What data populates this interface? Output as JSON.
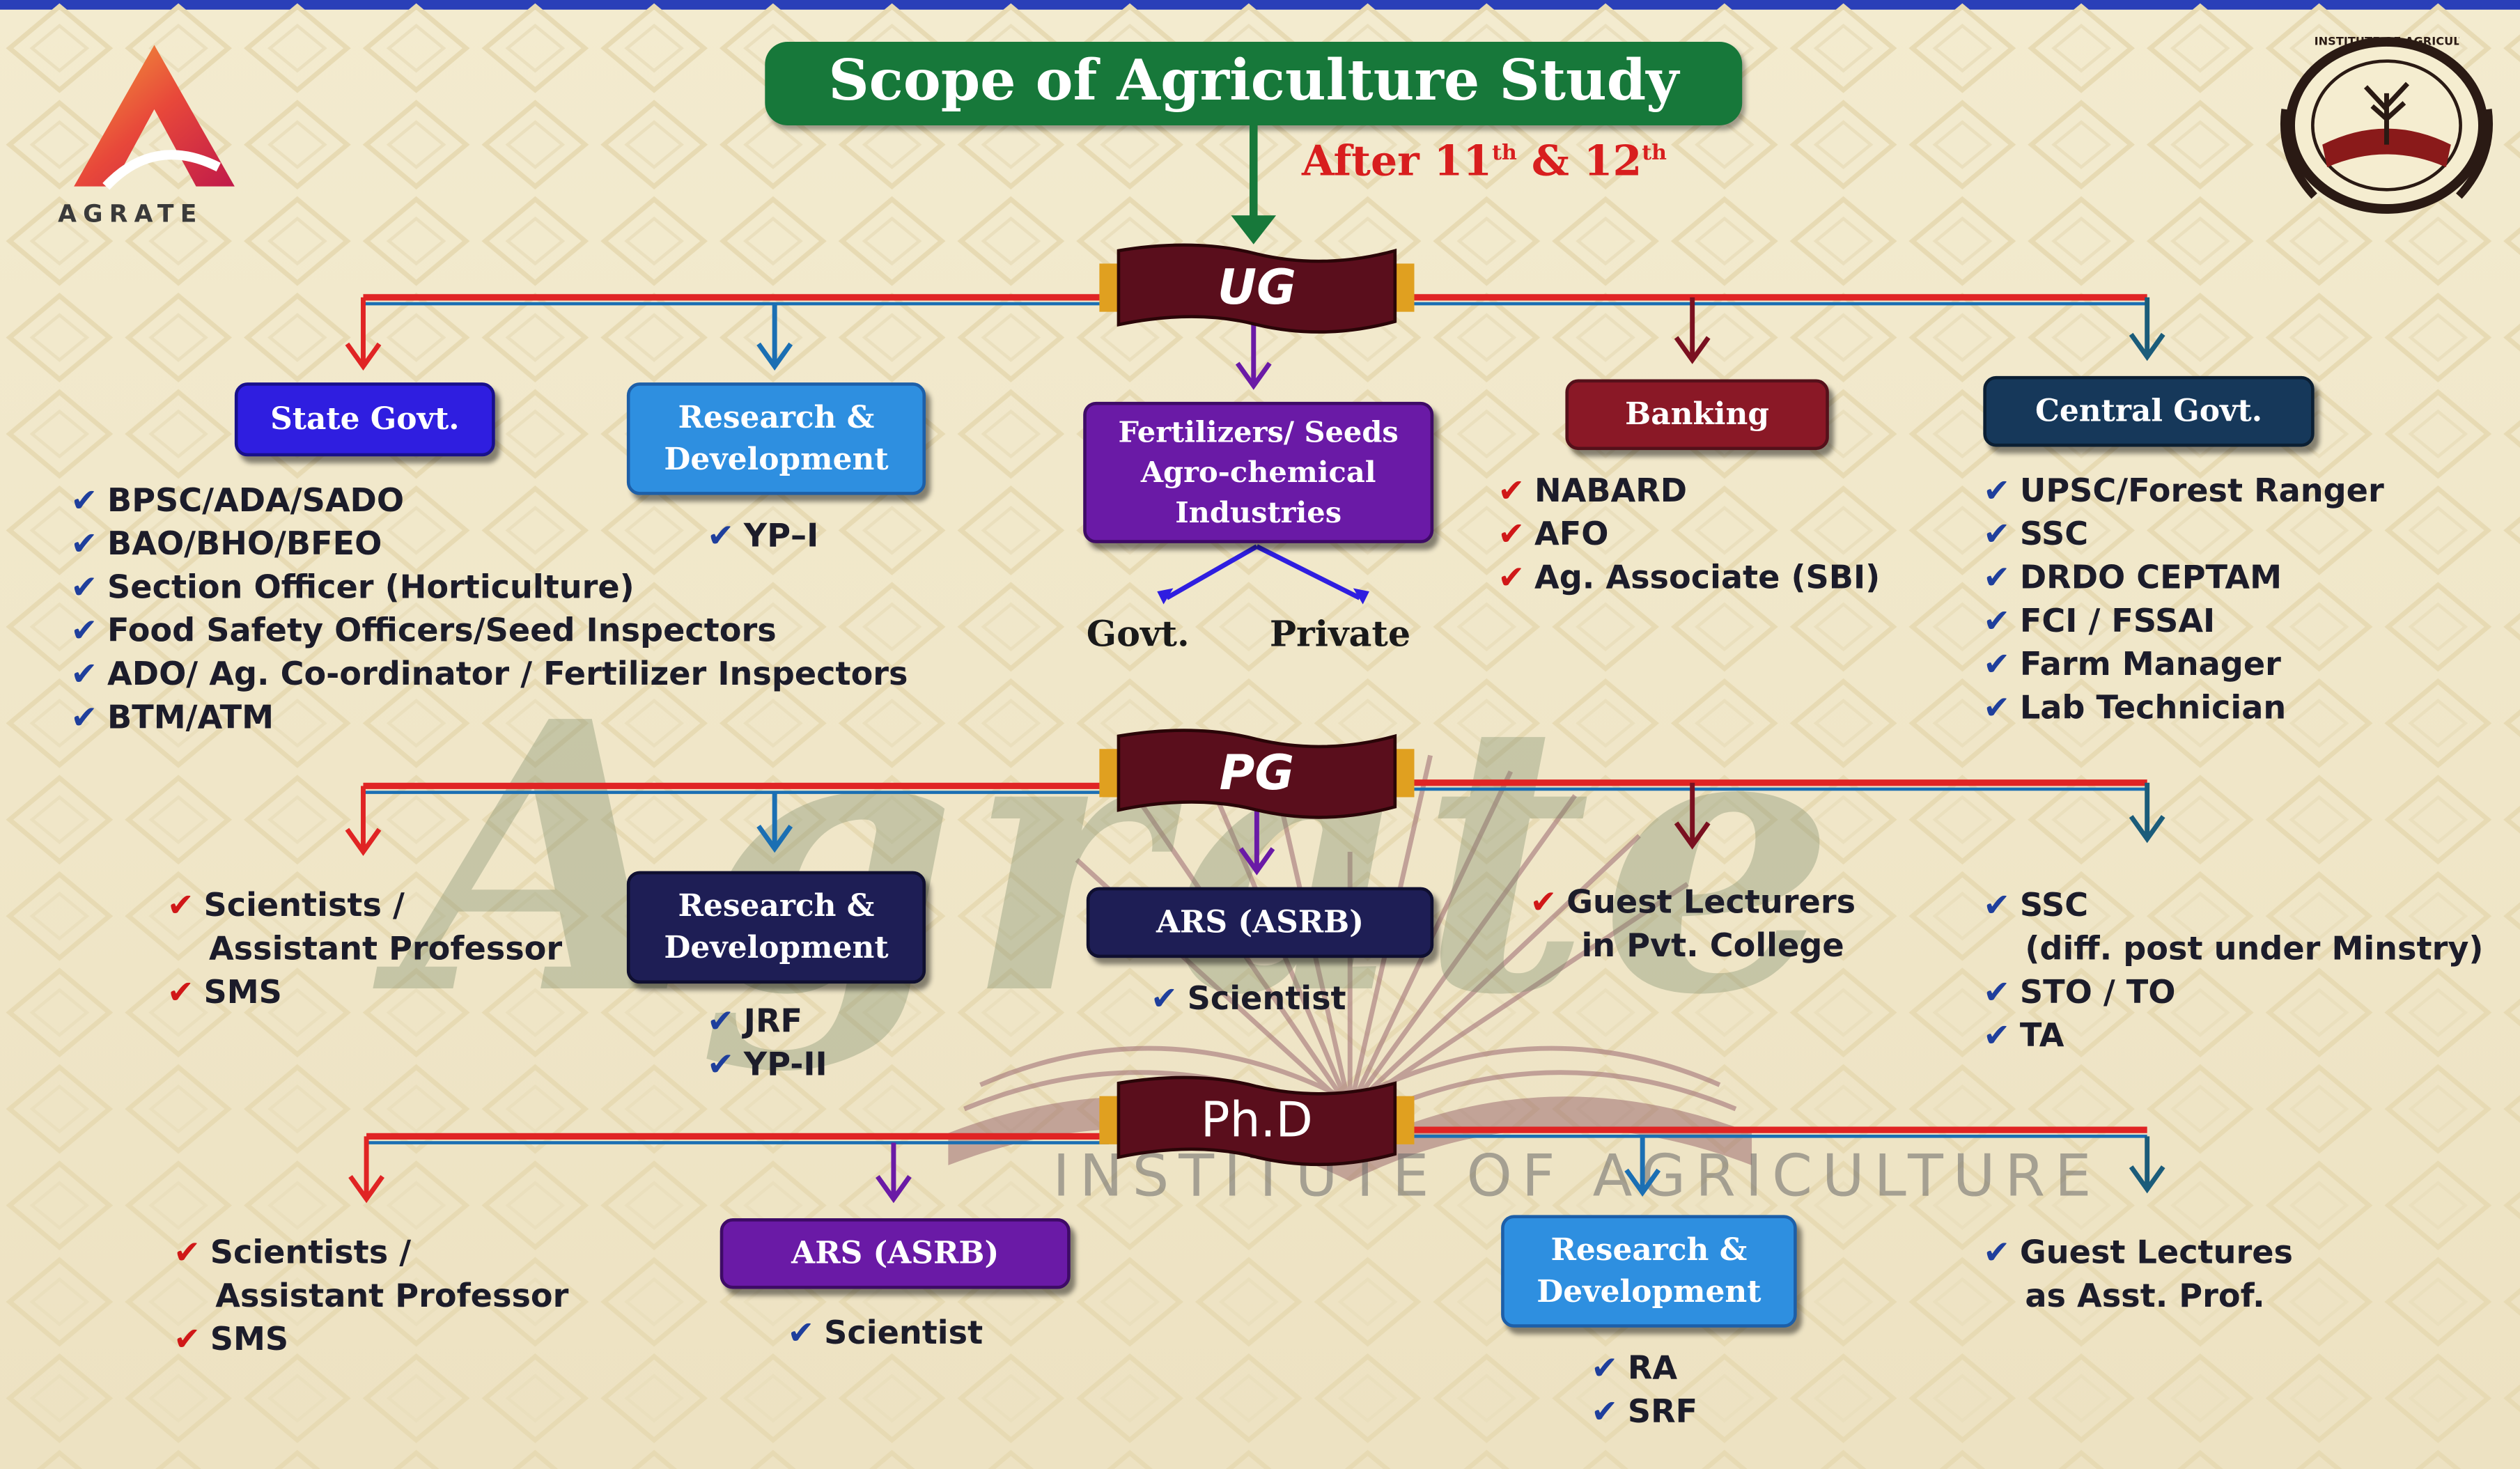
{
  "logo": {
    "brand": "AGRATE",
    "seal_text": "INSTITUTE OF AGRICULTURE AGRATE"
  },
  "title": "Scope of Agriculture Study",
  "after": {
    "prefix": "After 11",
    "sup1": "th",
    "mid": " & 12",
    "sup2": "th"
  },
  "levels": {
    "ug": "UG",
    "pg": "PG",
    "phd": "Ph.D"
  },
  "watermark": {
    "script": "Agrate",
    "institute": "INSTITUTE OF AGRICULTURE"
  },
  "ug": {
    "state": {
      "title": "State Govt.",
      "items": [
        "BPSC/ADA/SADO",
        "BAO/BHO/BFEO",
        "Section Officer (Horticulture)",
        "Food Safety Officers/Seed Inspectors",
        "ADO/ Ag. Co-ordinator / Fertilizer Inspectors",
        "BTM/ATM"
      ]
    },
    "rnd": {
      "title_l1": "Research &",
      "title_l2": "Development",
      "items": [
        "YP–I"
      ]
    },
    "fert": {
      "title_l1": "Fertilizers/ Seeds",
      "title_l2": "Agro-chemical",
      "title_l3": "Industries",
      "govt": "Govt.",
      "private": "Private"
    },
    "banking": {
      "title": "Banking",
      "items": [
        "NABARD",
        "AFO",
        "Ag. Associate (SBI)"
      ]
    },
    "central": {
      "title": "Central Govt.",
      "items": [
        "UPSC/Forest Ranger",
        "SSC",
        "DRDO CEPTAM",
        "FCI / FSSAI",
        "Farm Manager",
        "Lab Technician"
      ]
    }
  },
  "pg": {
    "sci": {
      "items": [
        "Scientists /",
        "Assistant Professor",
        "SMS"
      ]
    },
    "rnd": {
      "title_l1": "Research &",
      "title_l2": "Development",
      "items": [
        "JRF",
        "YP-II"
      ]
    },
    "ars": {
      "title": "ARS (ASRB)",
      "items": [
        "Scientist"
      ]
    },
    "guest": {
      "items": [
        "Guest Lecturers",
        "in Pvt. College"
      ]
    },
    "ssc": {
      "items": [
        "SSC",
        "(diff. post under Minstry)",
        "STO / TO",
        "TA"
      ]
    }
  },
  "phd": {
    "sci": {
      "items": [
        "Scientists /",
        "Assistant Professor",
        "SMS"
      ]
    },
    "ars": {
      "title": "ARS (ASRB)",
      "items": [
        "Scientist"
      ]
    },
    "rnd": {
      "title_l1": "Research &",
      "title_l2": "Development",
      "items": [
        "RA",
        "SRF"
      ]
    },
    "guest": {
      "items": [
        "Guest Lectures",
        "as Asst. Prof."
      ]
    }
  },
  "colors": {
    "red_line": "#e02424",
    "blue_line": "#1b6fb3",
    "purple": "#6a1aa6",
    "maroon": "#6b1020",
    "green": "#17783a"
  }
}
